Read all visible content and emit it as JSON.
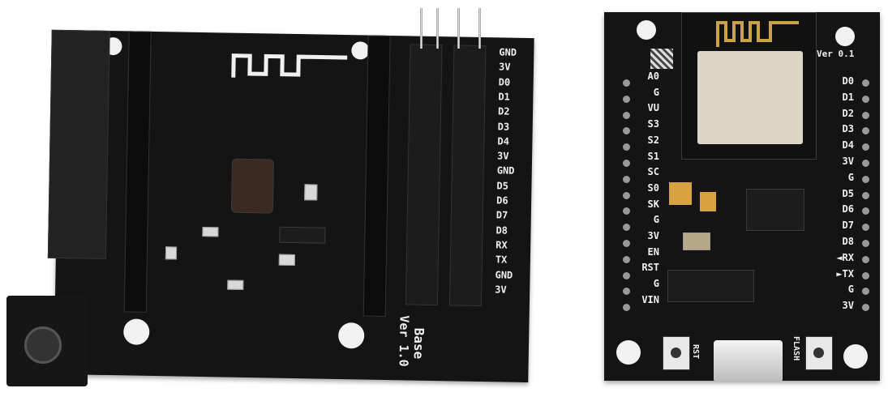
{
  "base_board": {
    "pin_labels": [
      "GND",
      "3V",
      "D0",
      "D1",
      "D2",
      "D3",
      "D4",
      "3V",
      "GND",
      "D5",
      "D6",
      "D7",
      "D8",
      "RX",
      "TX",
      "GND",
      "3V"
    ],
    "title": "Base",
    "version": "Ver 1.0",
    "color": "#141414"
  },
  "nodemcu_board": {
    "version": "Ver 0.1",
    "left_pin_labels": [
      "A0",
      "G",
      "VU",
      "S3",
      "S2",
      "S1",
      "SC",
      "S0",
      "SK",
      "G",
      "3V",
      "EN",
      "RST",
      "G",
      "VIN"
    ],
    "right_pin_labels": [
      "D0",
      "D1",
      "D2",
      "D3",
      "D4",
      "3V",
      "G",
      "D5",
      "D6",
      "D7",
      "D8",
      "◄RX",
      "►TX",
      "G",
      "3V"
    ],
    "rst_button_label": "RST",
    "flash_button_label": "FLASH",
    "color": "#141414"
  }
}
